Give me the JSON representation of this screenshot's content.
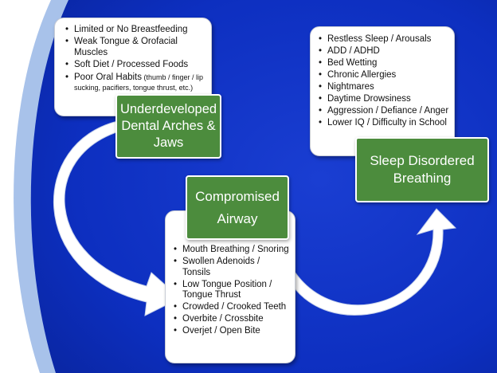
{
  "colors": {
    "background_blue": "#0d2fc0",
    "accent_light_blue": "#a8c2ea",
    "green_box": "#4c8c3d",
    "arrow": "#ffffff"
  },
  "diagram": {
    "causes": {
      "items": [
        "Limited or No Breastfeeding",
        "Weak Tongue & Orofacial Muscles",
        "Soft Diet / Processed Foods"
      ],
      "habits_label": "Poor Oral Habits",
      "habits_detail": " (thumb / finger / lip sucking, pacifiers, tongue thrust, etc.)"
    },
    "dental_box": {
      "line1": "Underdeveloped",
      "line2": "Dental Arches &",
      "line3": "Jaws"
    },
    "airway_box": {
      "line1": "Compromised",
      "line2": "Airway"
    },
    "airway_items": [
      "Mouth Breathing / Snoring",
      "Swollen Adenoids / Tonsils",
      "Low Tongue Position / Tongue Thrust",
      "Crowded / Crooked Teeth",
      "Overbite / Crossbite",
      "Overjet / Open Bite"
    ],
    "sleep_box": {
      "line1": "Sleep Disordered",
      "line2": "Breathing"
    },
    "symptoms": [
      "Restless Sleep / Arousals",
      "ADD / ADHD",
      "Bed Wetting",
      "Chronic Allergies",
      "Nightmares",
      "Daytime Drowsiness",
      "Aggression / Defiance / Anger",
      "Lower IQ / Difficulty in School"
    ]
  }
}
